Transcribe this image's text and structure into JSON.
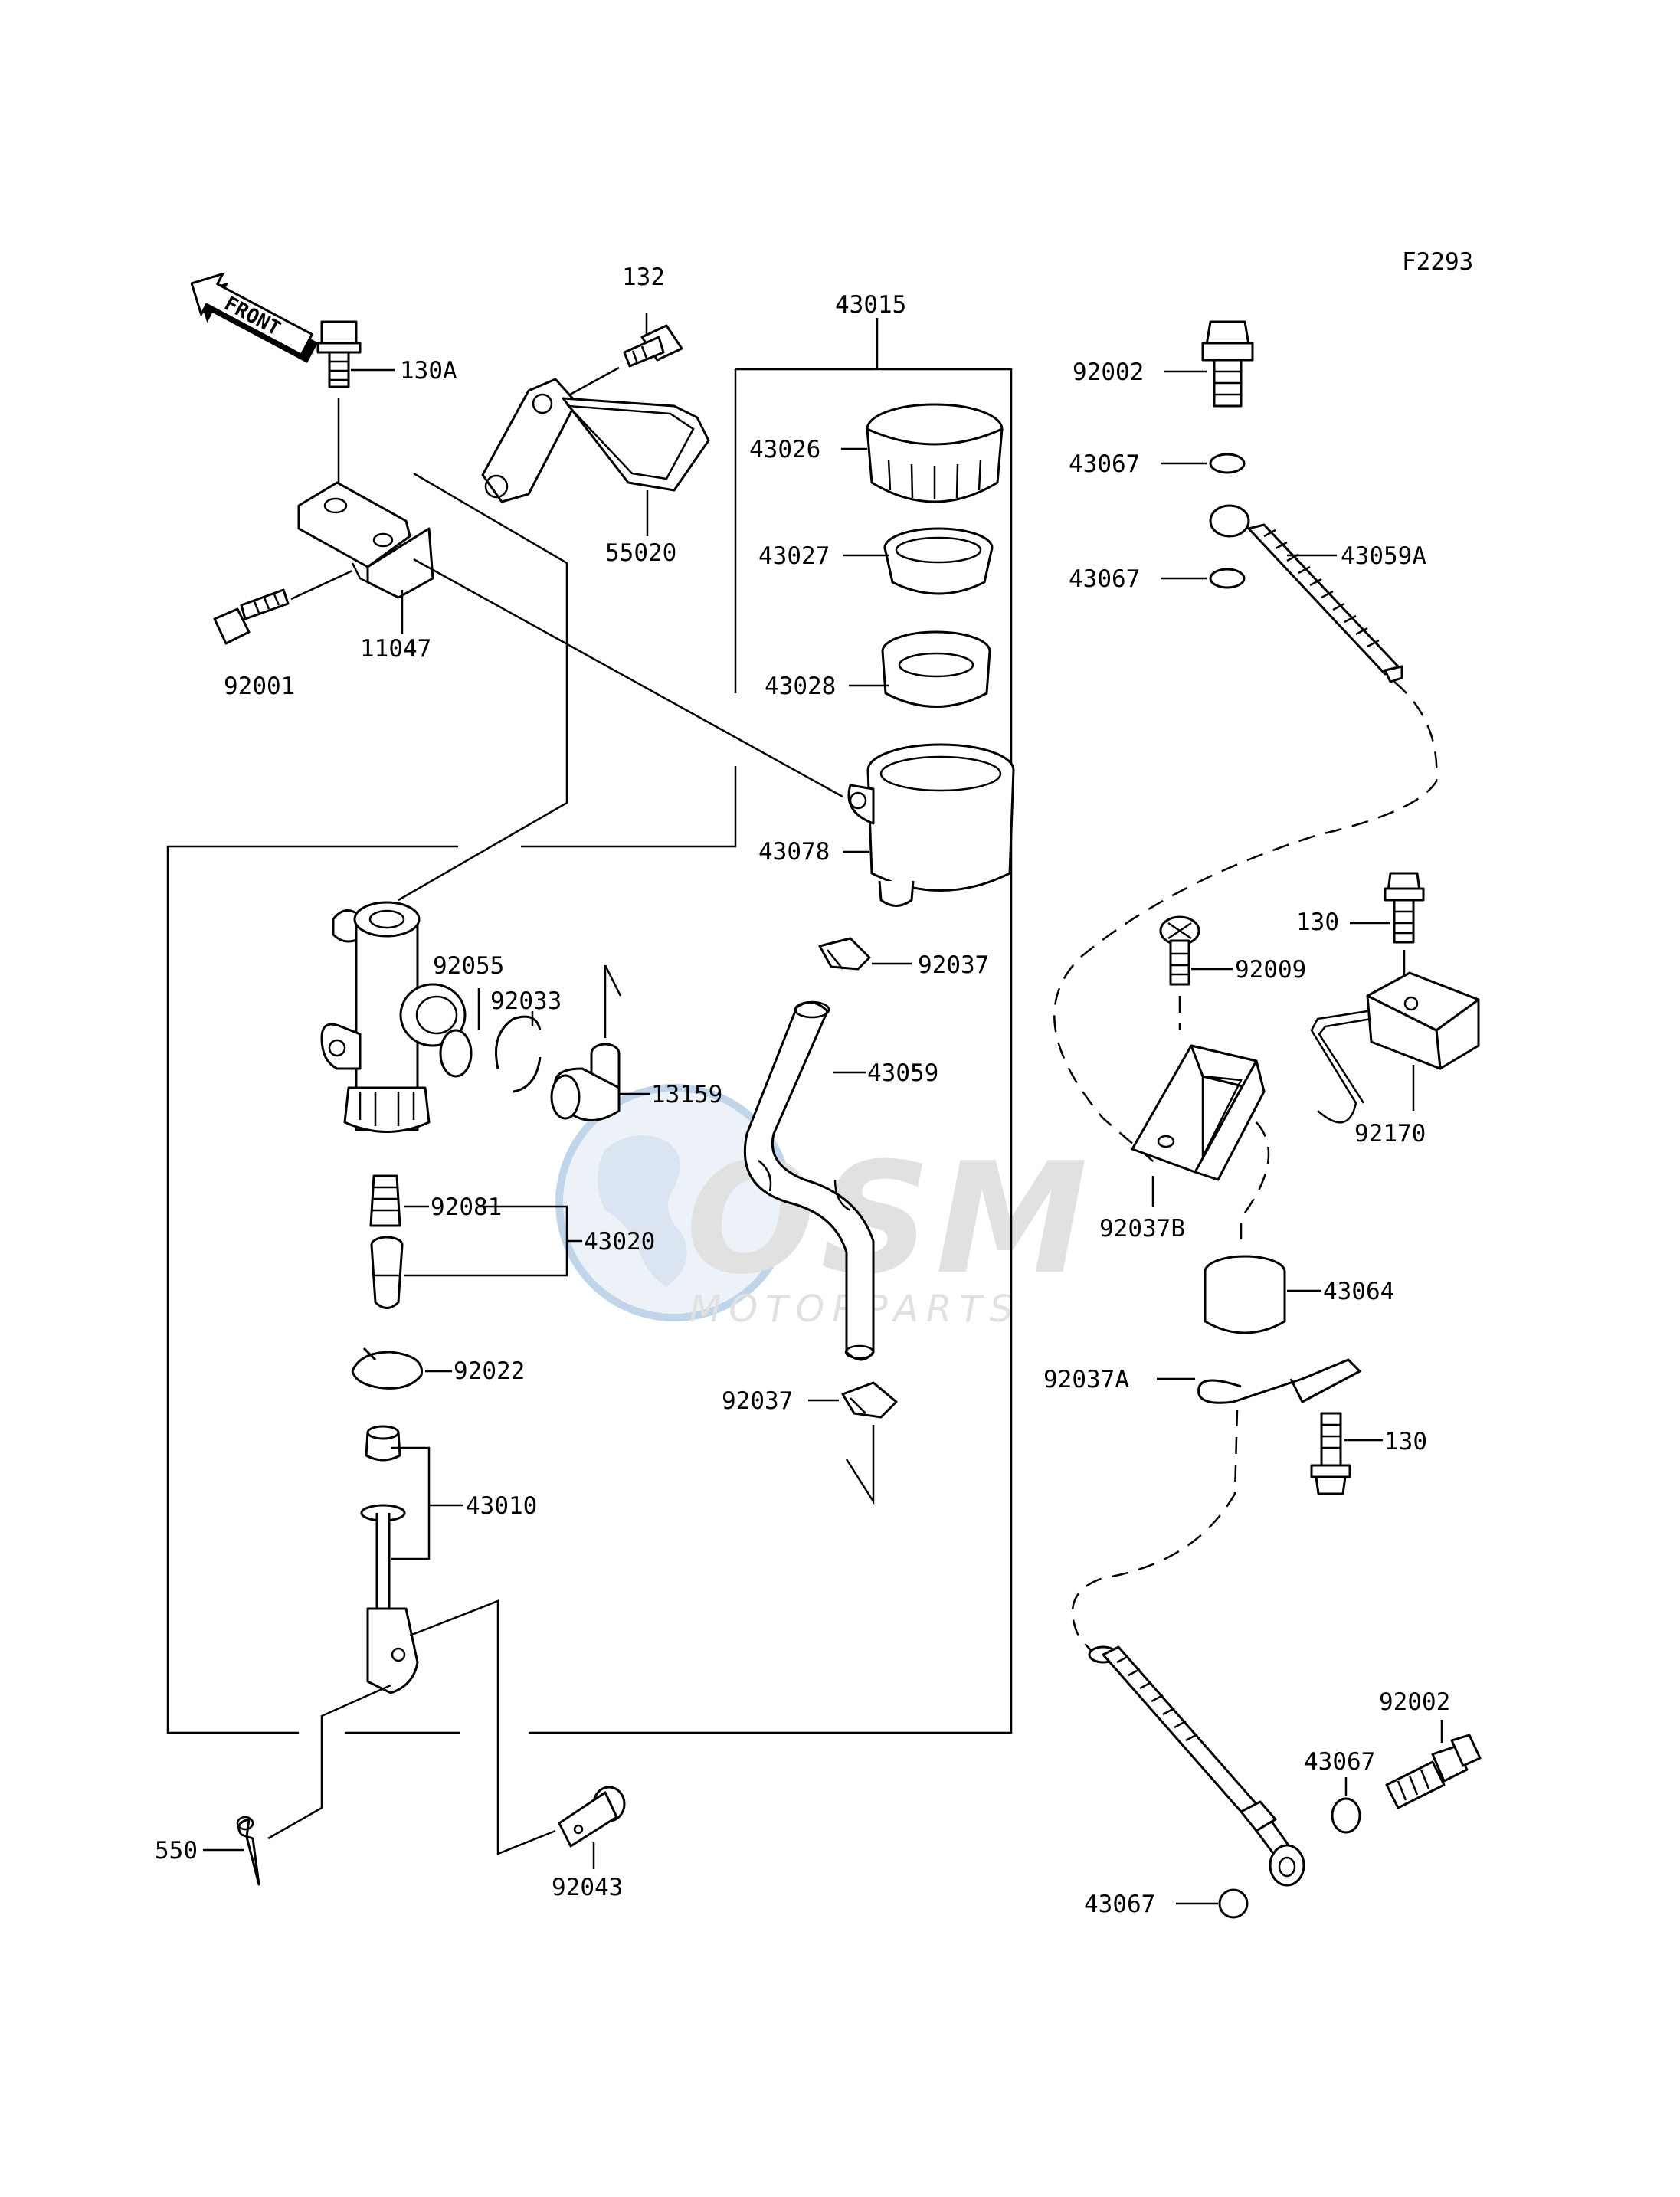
{
  "figure_code": "F2293",
  "front_arrow_label": "FRONT",
  "watermark": {
    "brand": "OSM",
    "tagline": "MOTORPARTS"
  },
  "parts": {
    "p132": "132",
    "p43015": "43015",
    "p130A": "130A",
    "p92002_top": "92002",
    "p43026": "43026",
    "p43067_a": "43067",
    "p43027": "43027",
    "p43067_b": "43067",
    "p43059A": "43059A",
    "p55020": "55020",
    "p11047": "11047",
    "p92001": "92001",
    "p43028": "43028",
    "p43078": "43078",
    "p130_top": "130",
    "p92055": "92055",
    "p92033": "92033",
    "p92037_top": "92037",
    "p92009": "92009",
    "p13159": "13159",
    "p43059": "43059",
    "p92170": "92170",
    "p92081": "92081",
    "p43020": "43020",
    "p92037B": "92037B",
    "p43064": "43064",
    "p92022": "92022",
    "p92037A": "92037A",
    "p92037_bottom": "92037",
    "p130_bottom": "130",
    "p43010": "43010",
    "p92002_bottom": "92002",
    "p43067_c": "43067",
    "p550": "550",
    "p43067_d": "43067",
    "p92043": "92043"
  }
}
